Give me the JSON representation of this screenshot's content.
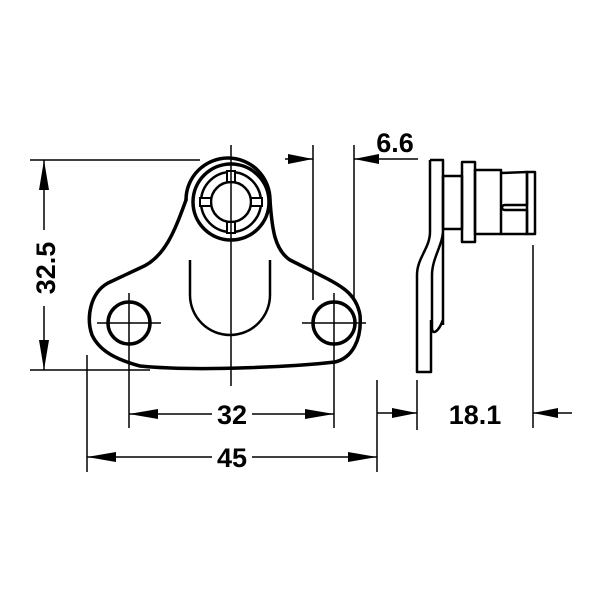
{
  "drawing": {
    "type": "technical dimension drawing",
    "subject": "mounting bracket with snap-in bushing",
    "views": [
      "front-view",
      "side-view"
    ]
  },
  "dimensions": {
    "height": "32.5",
    "hole_spacing": "32",
    "overall_width": "45",
    "bushing_offset": "6.6",
    "depth": "18.1"
  },
  "colors": {
    "line": "#000000",
    "background": "#ffffff"
  }
}
